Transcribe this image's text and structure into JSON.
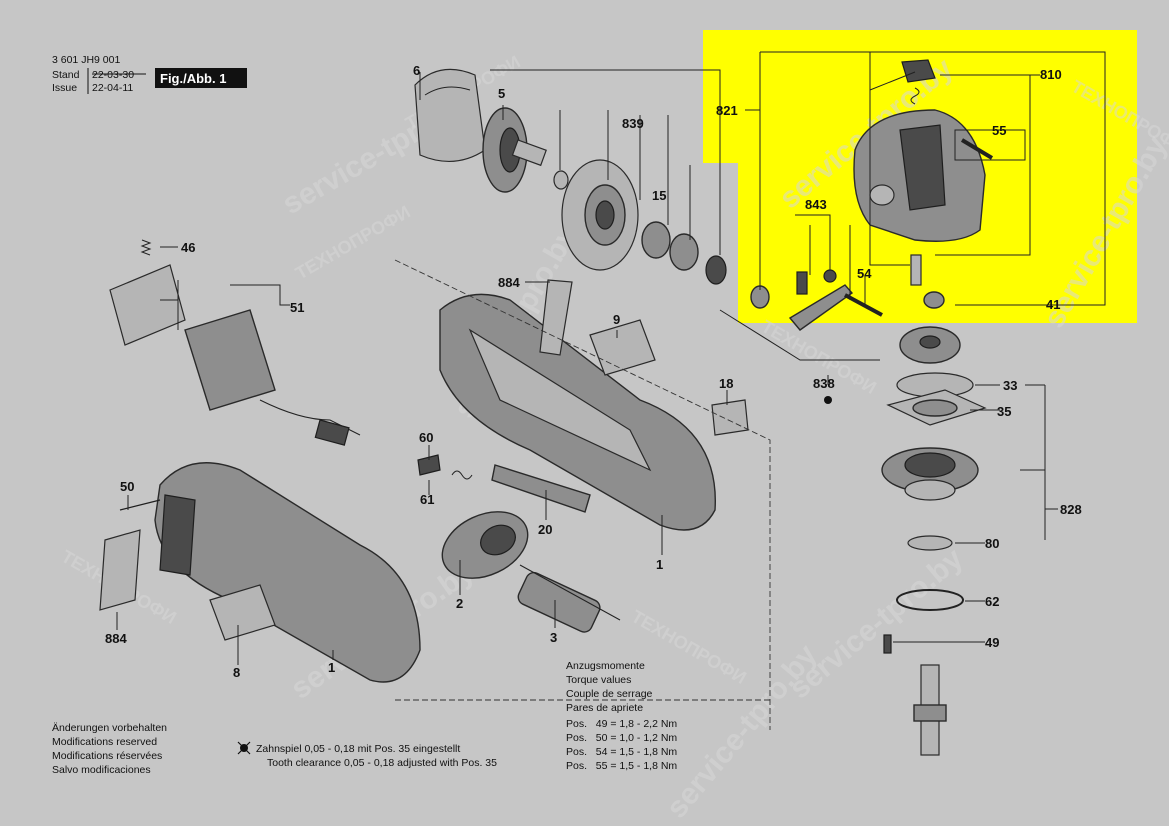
{
  "header": {
    "doc_number": "3 601 JH9 001",
    "stand_label": "Stand",
    "stand_date": "22-03-30",
    "issue_label": "Issue",
    "issue_date": "22-04-11",
    "figure_label": "Fig./Abb. 1"
  },
  "highlight_color": "#ffff00",
  "part_numbers": {
    "p6": "6",
    "p5": "5",
    "p839": "839",
    "p15": "15",
    "p46": "46",
    "p51": "51",
    "p884a": "884",
    "p9": "9",
    "p18": "18",
    "p60": "60",
    "p61": "61",
    "p20": "20",
    "p50": "50",
    "p884b": "884",
    "p8": "8",
    "p1a": "1",
    "p1b": "1",
    "p2": "2",
    "p3": "3",
    "p821": "821",
    "p810": "810",
    "p55": "55",
    "p843": "843",
    "p54": "54",
    "p41": "41",
    "p838": "838",
    "p33": "33",
    "p35": "35",
    "p828": "828",
    "p80": "80",
    "p62": "62",
    "p49": "49"
  },
  "torque": {
    "title_lines": [
      "Anzugsmomente",
      "Torque values",
      "Couple de serrage",
      "Pares de apriete"
    ],
    "rows": [
      "Pos.   49 = 1,8 - 2,2 Nm",
      "Pos.   50 = 1,0 - 1,2 Nm",
      "Pos.   54 = 1,5 - 1,8 Nm",
      "Pos.   55 = 1,5 - 1,8 Nm"
    ]
  },
  "footer": {
    "modifications": [
      "Änderungen vorbehalten",
      "Modifications reserved",
      "Modifications réservées",
      "Salvo modificaciones"
    ],
    "note_de": "Zahnspiel 0,05 - 0,18 mit Pos. 35 eingestellt",
    "note_en": "Tooth clearance 0,05 - 0,18 adjusted with Pos. 35"
  },
  "watermarks": {
    "main": "service-tpro.by",
    "alt": "ТЕХНОПРОФИ"
  }
}
